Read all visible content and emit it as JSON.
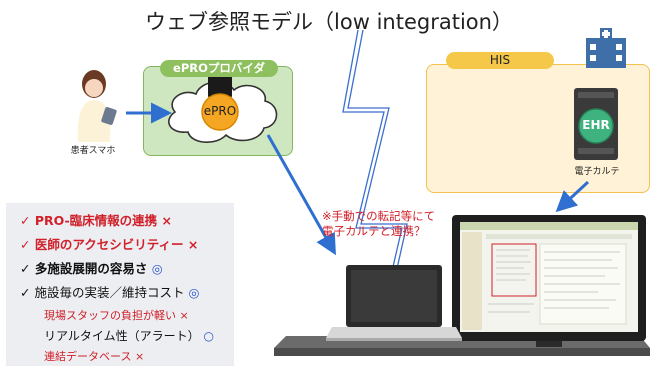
{
  "title": "ウェブ参照モデル（low integration）",
  "epro_provider": {
    "tab_label": "ePROプロバイダ",
    "cloud_label": "ePRO"
  },
  "his": {
    "tab_label": "HIS",
    "ehr_label": "EHR",
    "ehr_caption": "電子カルテ"
  },
  "patient": {
    "caption": "患者スマホ"
  },
  "note": {
    "line1": "※手動での転記等にて",
    "line2": "電子カルテと連携？"
  },
  "checklist": [
    {
      "check": "✓",
      "text": "PRO-臨床情報の連携",
      "mark": "×"
    },
    {
      "check": "✓",
      "text": "医師のアクセシビリティー",
      "mark": "×"
    },
    {
      "check": "✓",
      "text": "多施設展開の容易さ",
      "mark": "◎"
    },
    {
      "check": "✓",
      "text": "施設毎の実装／維持コスト",
      "mark": "◎"
    }
  ],
  "sub_items": [
    {
      "text": "現場スタッフの負担が軽い",
      "mark": "×"
    },
    {
      "text": "リアルタイム性（アラート）",
      "mark": "○"
    },
    {
      "text": "連結データベース",
      "mark": "×"
    }
  ],
  "colors": {
    "red": "#d1202a",
    "blue": "#2a56c6",
    "arrow": "#2f6fd0",
    "provider_bg": "#cfe7c0",
    "his_bg": "#fff2d6"
  }
}
